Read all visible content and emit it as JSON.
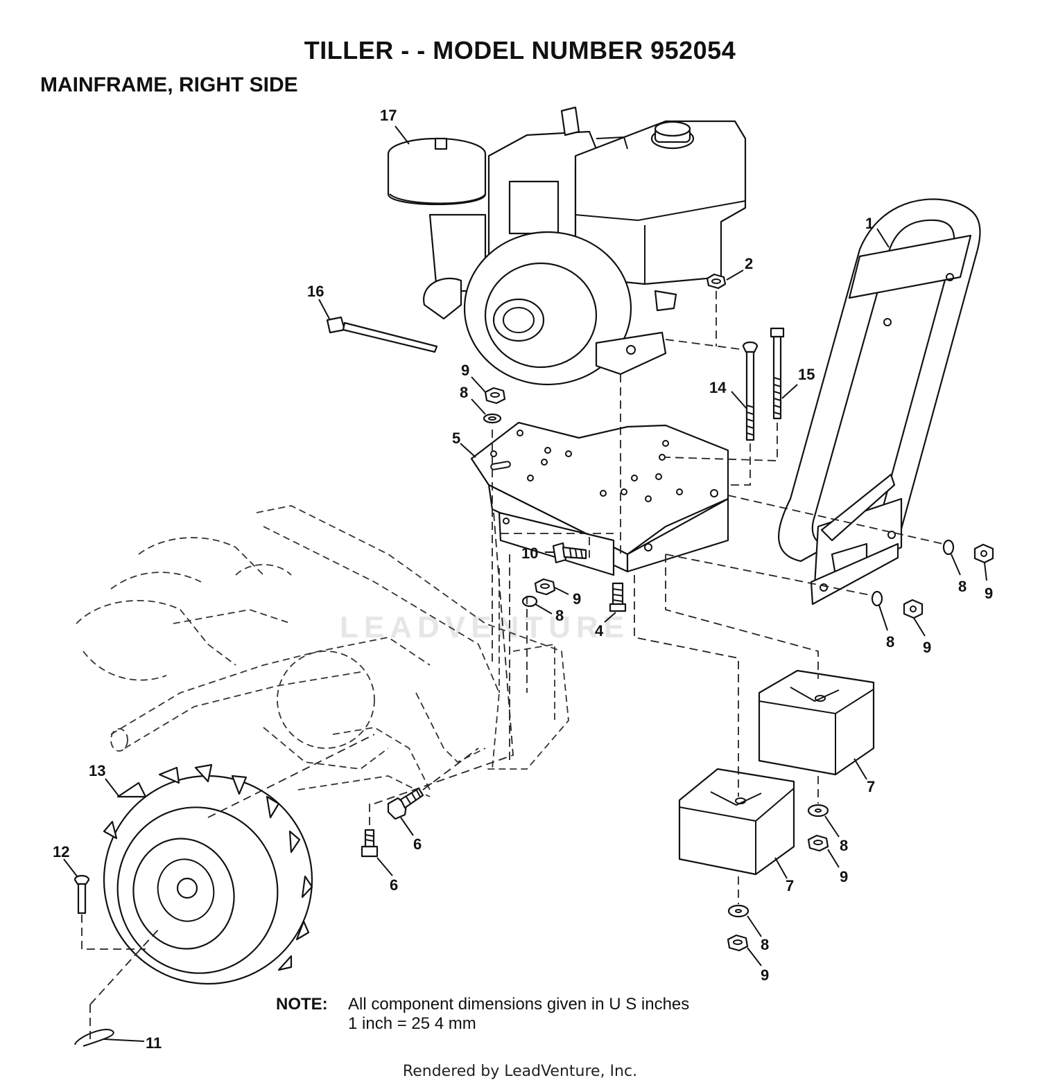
{
  "title": "TILLER - - MODEL NUMBER 952054",
  "subtitle": "MAINFRAME, RIGHT SIDE",
  "watermark": "LEADVENTURE",
  "callouts": [
    {
      "id": "c17",
      "label": "17"
    },
    {
      "id": "c1",
      "label": "1"
    },
    {
      "id": "c2",
      "label": "2"
    },
    {
      "id": "c16",
      "label": "16"
    },
    {
      "id": "c9a",
      "label": "9"
    },
    {
      "id": "c8a",
      "label": "8"
    },
    {
      "id": "c14",
      "label": "14"
    },
    {
      "id": "c15",
      "label": "15"
    },
    {
      "id": "c5",
      "label": "5"
    },
    {
      "id": "c10",
      "label": "10"
    },
    {
      "id": "c9b",
      "label": "9"
    },
    {
      "id": "c8b",
      "label": "8"
    },
    {
      "id": "c4",
      "label": "4"
    },
    {
      "id": "c8c",
      "label": "8"
    },
    {
      "id": "c9c",
      "label": "9"
    },
    {
      "id": "c8d",
      "label": "8"
    },
    {
      "id": "c9d",
      "label": "9"
    },
    {
      "id": "c7a",
      "label": "7"
    },
    {
      "id": "c7b",
      "label": "7"
    },
    {
      "id": "c8e",
      "label": "8"
    },
    {
      "id": "c9e",
      "label": "9"
    },
    {
      "id": "c8f",
      "label": "8"
    },
    {
      "id": "c9f",
      "label": "9"
    },
    {
      "id": "c13",
      "label": "13"
    },
    {
      "id": "c6a",
      "label": "6"
    },
    {
      "id": "c6b",
      "label": "6"
    },
    {
      "id": "c12",
      "label": "12"
    },
    {
      "id": "c11",
      "label": "11"
    }
  ],
  "note": {
    "label": "NOTE:",
    "line1": "All component dimensions given in U S inches",
    "line2": "1 inch = 25 4 mm"
  },
  "footer": "Rendered by LeadVenture, Inc."
}
